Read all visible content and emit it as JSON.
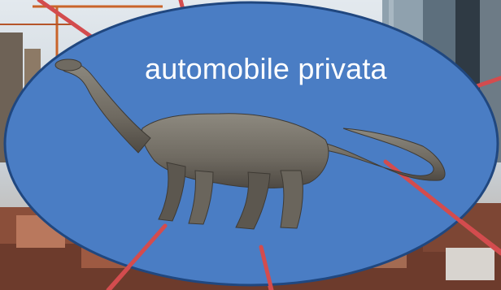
{
  "slide": {
    "caption": "automobile privata"
  },
  "colors": {
    "ellipse_fill": "#4a7dc4",
    "ellipse_stroke": "#20477f",
    "connector_lines": "#d34c4e",
    "sky": "#d6dfe6",
    "dinosaur_skin": "#7f7b72"
  },
  "image_description_elements": {
    "background": "city-skyline-photo",
    "subject": "sauropod-dinosaur-illustration"
  }
}
